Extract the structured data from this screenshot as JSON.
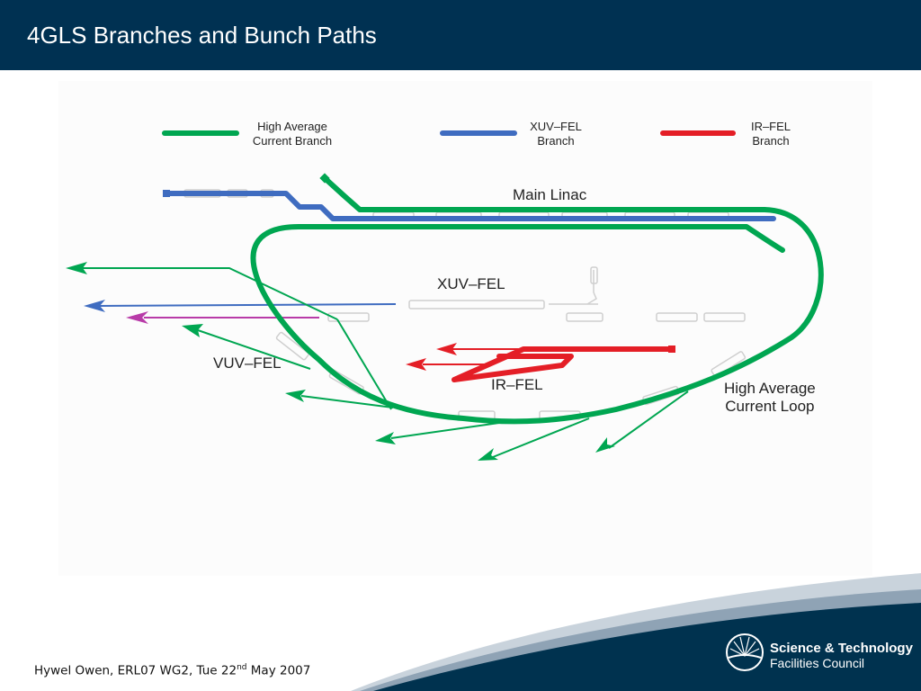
{
  "slide": {
    "title": "4GLS Branches and Bunch Paths",
    "footer": {
      "author": "Hywel Owen, ERL07 WG2, Tue 22",
      "superscript": "nd",
      "date_tail": " May 2007"
    }
  },
  "legend": [
    {
      "line1": "High Average",
      "line2": "Current Branch",
      "color": "#00a651"
    },
    {
      "line1": "XUV–FEL",
      "line2": "Branch",
      "color": "#3f6cc0"
    },
    {
      "line1": "IR–FEL",
      "line2": "Branch",
      "color": "#e41e26"
    }
  ],
  "labels": {
    "main_linac": "Main Linac",
    "xuv_fel": "XUV–FEL",
    "vuv_fel": "VUV–FEL",
    "ir_fel": "IR–FEL",
    "hac_loop_line1": "High Average",
    "hac_loop_line2": "Current Loop"
  },
  "colors": {
    "header": "#003152",
    "green": "#00a651",
    "blue": "#3f6cc0",
    "red": "#e41e26",
    "magenta": "#b83ba8",
    "swoosh": "#00324f"
  },
  "logo": {
    "line1": "Science & Technology",
    "line2": "Facilities Council",
    "icon": "sunburst-icon"
  }
}
